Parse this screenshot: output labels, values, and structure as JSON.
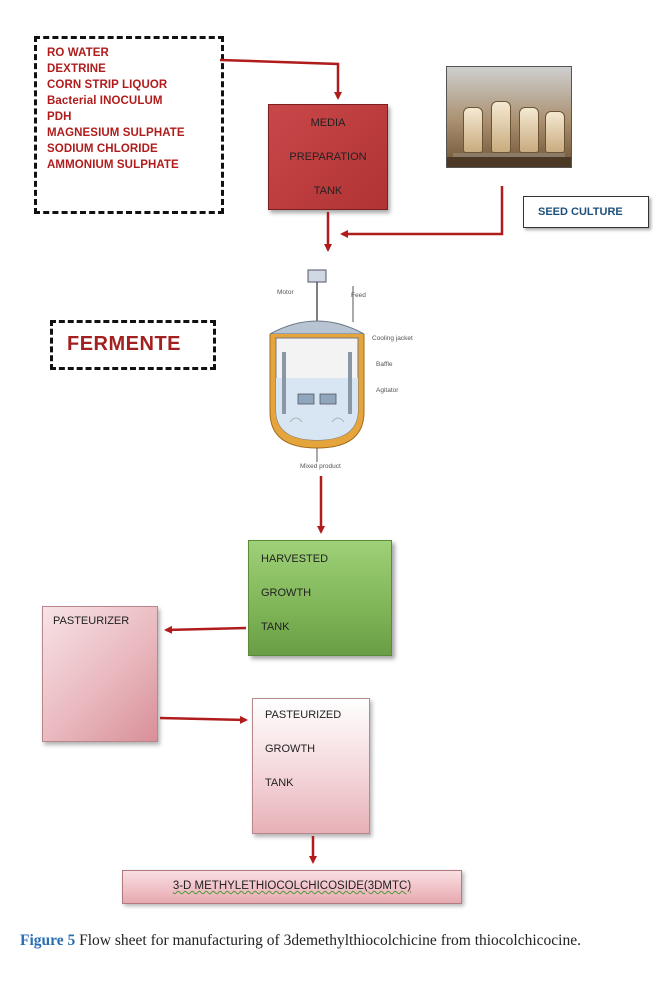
{
  "ingredients": [
    "RO WATER",
    "DEXTRINE",
    "CORN STRIP LIQUOR",
    "Bacterial INOCULUM",
    "PDH",
    "MAGNESIUM SULPHATE",
    "SODIUM CHLORIDE",
    "AMMONIUM SULPHATE"
  ],
  "media_tank": {
    "line1": "MEDIA",
    "line2": "PREPARATION",
    "line3": "TANK"
  },
  "seed_culture": "SEED CULTURE",
  "fermenter_label": "FERMENTE",
  "vessel_labels": {
    "motor": "Motor",
    "feed": "Feed",
    "cooling": "Cooling jacket",
    "baffle": "Baffle",
    "agitator": "Agitator",
    "product": "Mixed product"
  },
  "harvested": {
    "line1": "HARVESTED",
    "line2": "GROWTH",
    "line3": "TANK"
  },
  "pasteurizer": "PASTEURIZER",
  "pasteurized": {
    "line1": "PASTEURIZED",
    "line2": "GROWTH",
    "line3": "TANK"
  },
  "final_product": "3-D METHYLETHIOCOLCHICOSIDE(3DMTC)",
  "caption": {
    "label": "Figure 5",
    "text": " Flow sheet for manufacturing of 3demethylthiocolchicine from thiocolchicocine."
  },
  "colors": {
    "arrow": "#b01c1c",
    "media": "#c0393c",
    "harvested": "#86bc5d",
    "pasteurizer": "#e5aeb5"
  }
}
